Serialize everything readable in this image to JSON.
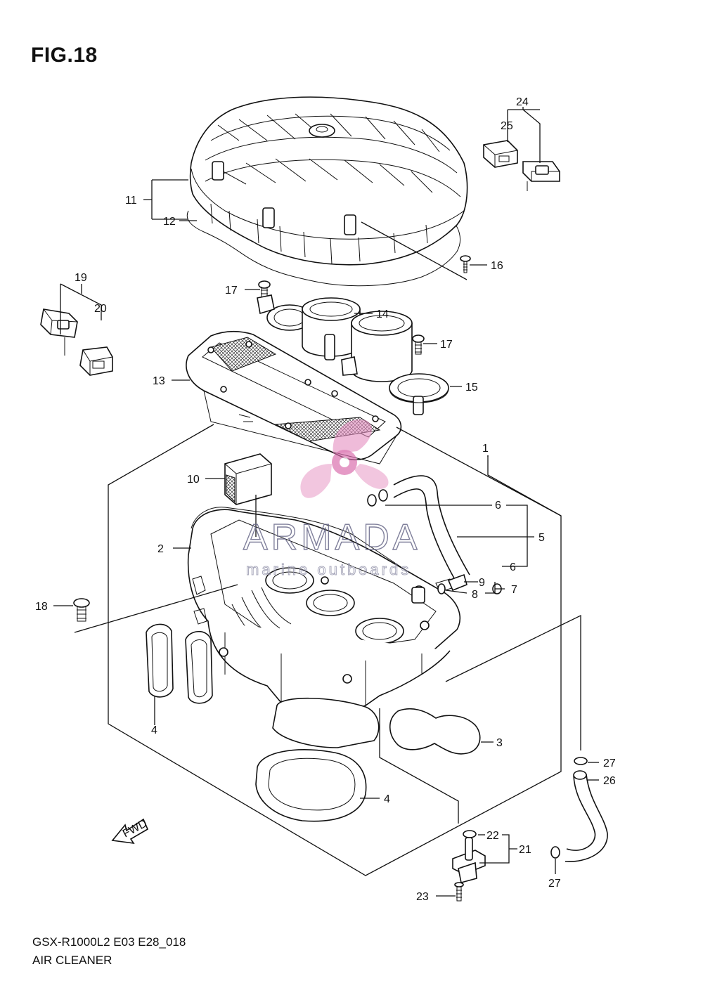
{
  "figure": {
    "title": "FIG.18",
    "model_code": "GSX-R1000L2 E03 E28_018",
    "section_name": "AIR CLEANER"
  },
  "watermark": {
    "brand": "ARMADA",
    "tagline": "marine outboards",
    "color": "#e58fc0"
  },
  "fwd_label": "FWD",
  "callouts": [
    "1",
    "2",
    "3",
    "4",
    "4",
    "5",
    "6",
    "6",
    "7",
    "8",
    "9",
    "10",
    "11",
    "12",
    "13",
    "14",
    "15",
    "16",
    "17",
    "17",
    "18",
    "19",
    "20",
    "21",
    "22",
    "23",
    "24",
    "25",
    "26",
    "27",
    "27"
  ]
}
